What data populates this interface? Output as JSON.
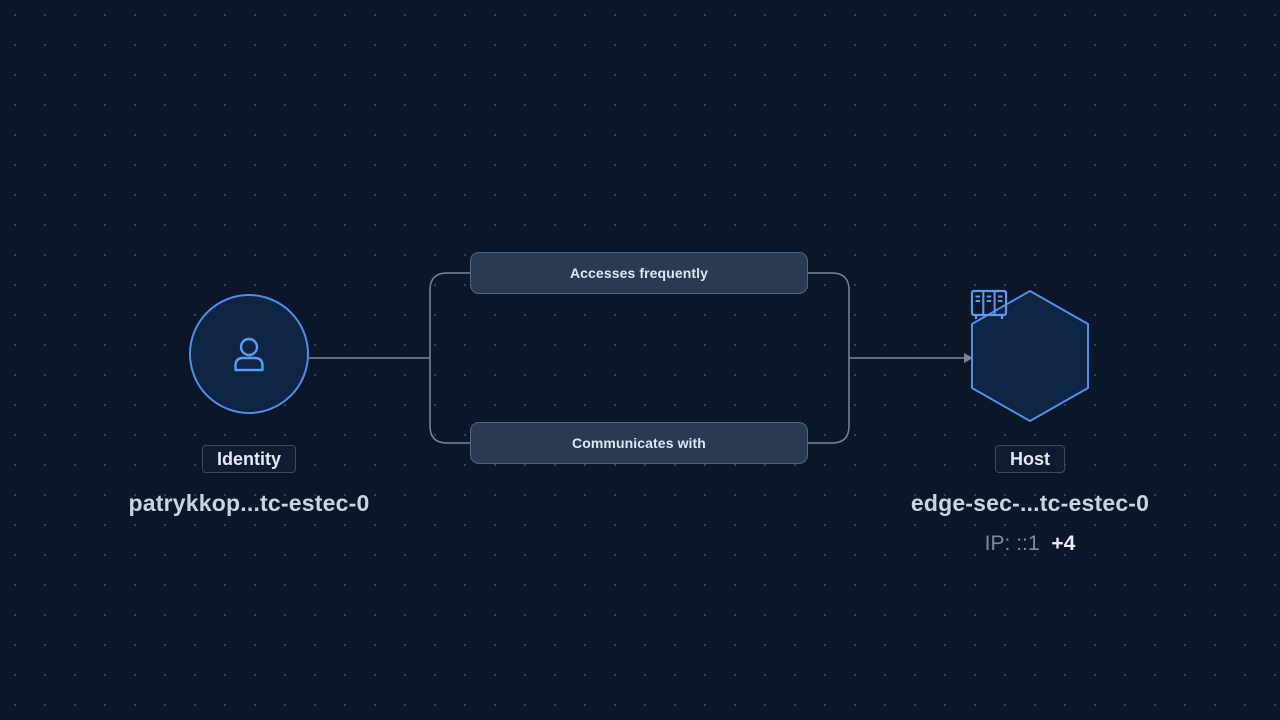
{
  "nodes": {
    "identity": {
      "type_label": "Identity",
      "name": "patrykkop...tc-estec-0",
      "icon": "user-icon"
    },
    "host": {
      "type_label": "Host",
      "name": "edge-sec-...tc-estec-0",
      "ip_label": "IP:",
      "ip_value": "::1",
      "ip_more": "+4",
      "icon": "server-rack-icon"
    }
  },
  "relationships": [
    {
      "label": "Accesses frequently"
    },
    {
      "label": "Communicates with"
    }
  ],
  "colors": {
    "background": "#0b1628",
    "node_border": "#4f8fe6",
    "node_fill": "#0d2443",
    "edge": "#7486a0",
    "label_fill": "#2a3a52"
  }
}
